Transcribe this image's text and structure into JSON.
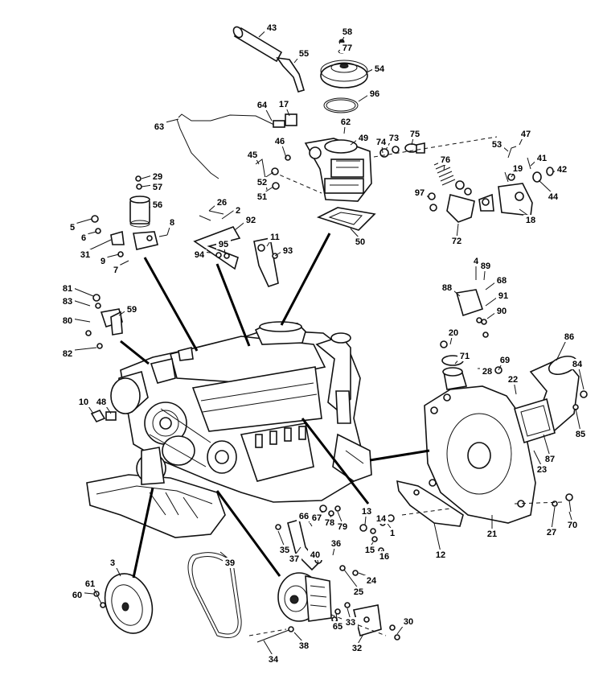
{
  "callouts": [
    "1",
    "2",
    "3",
    "4",
    "5",
    "6",
    "7",
    "8",
    "9",
    "10",
    "11",
    "12",
    "13",
    "14",
    "15",
    "16",
    "17",
    "18",
    "19",
    "20",
    "21",
    "22",
    "23",
    "24",
    "25",
    "26",
    "27",
    "28",
    "29",
    "30",
    "31",
    "32",
    "33",
    "34",
    "35",
    "36",
    "37",
    "38",
    "39",
    "40",
    "41",
    "42",
    "43",
    "44",
    "45",
    "46",
    "47",
    "48",
    "49",
    "50",
    "51",
    "52",
    "53",
    "54",
    "55",
    "56",
    "57",
    "58",
    "59",
    "60",
    "61",
    "62",
    "63",
    "64",
    "65",
    "66",
    "67",
    "68",
    "69",
    "70",
    "71",
    "72",
    "73",
    "74",
    "75",
    "76",
    "77",
    "78",
    "79",
    "80",
    "81",
    "82",
    "83",
    "84",
    "85",
    "86",
    "87",
    "88",
    "89",
    "90",
    "91",
    "92",
    "93",
    "94",
    "95",
    "96",
    "97"
  ]
}
